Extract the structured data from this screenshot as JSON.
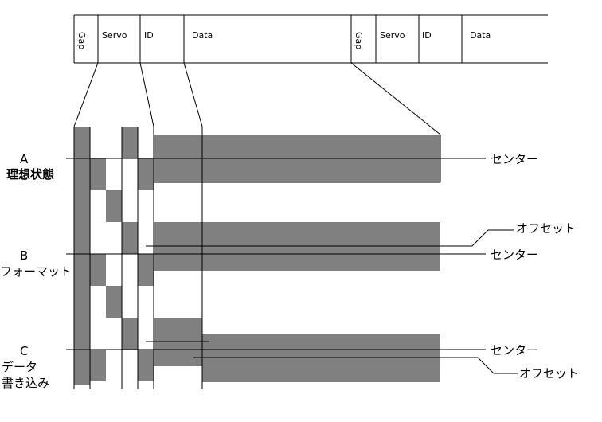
{
  "header": {
    "segments": [
      {
        "label": "Gap",
        "vertical": true
      },
      {
        "label": "Servo",
        "vertical": false
      },
      {
        "label": "ID",
        "vertical": false
      },
      {
        "label": "Data",
        "vertical": false
      },
      {
        "label": "Gap",
        "vertical": true
      },
      {
        "label": "Servo",
        "vertical": false
      },
      {
        "label": "ID",
        "vertical": false
      },
      {
        "label": "Data",
        "vertical": false
      }
    ]
  },
  "rows": [
    {
      "letter": "A",
      "name": "理想状態"
    },
    {
      "letter": "B",
      "name": "フォーマット"
    },
    {
      "letter": "C",
      "name": "データ",
      "name2": "書き込み"
    }
  ],
  "callouts": {
    "center_a": "センター",
    "offset_b": "オフセット",
    "center_b": "センター",
    "center_c": "センター",
    "offset_c": "オフセット"
  },
  "colors": {
    "fill": "#808080",
    "line": "#000000"
  }
}
